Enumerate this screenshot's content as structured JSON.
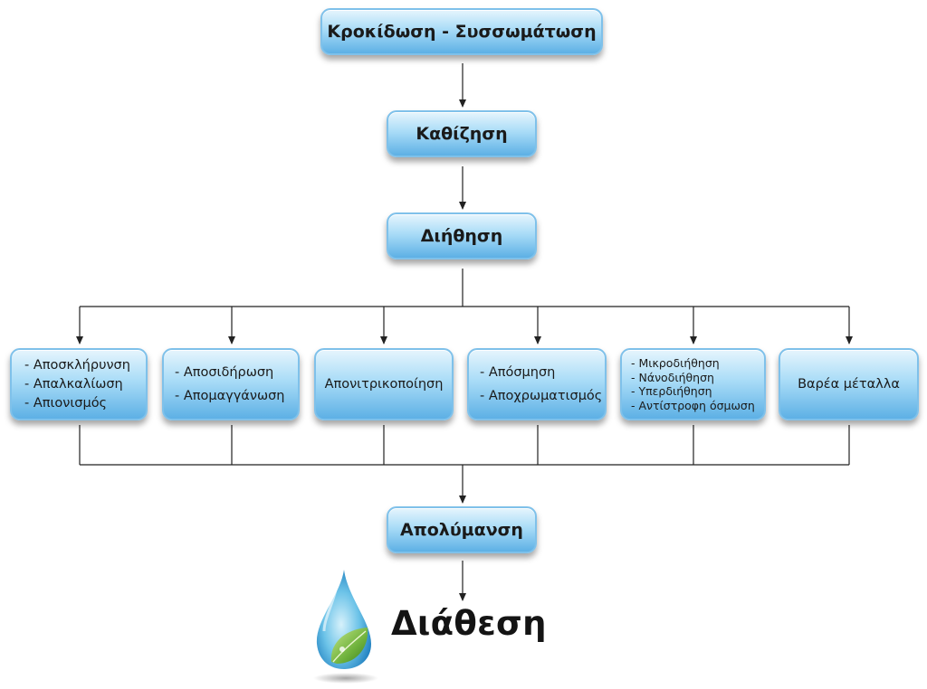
{
  "top": {
    "flocculation": "Κροκίδωση - Συσσωμάτωση",
    "sedimentation": "Καθίζηση",
    "filtration": "Διήθηση"
  },
  "treatments": [
    {
      "lines": [
        "- Αποσκλήρυνση",
        "- Απαλκαλίωση",
        "- Απιονισμός"
      ]
    },
    {
      "lines": [
        "- Αποσιδήρωση",
        "- Απομαγγάνωση"
      ]
    },
    {
      "lines": [
        "Απονιτρικοποίηση"
      ]
    },
    {
      "lines": [
        "- Απόσμηση",
        "- Αποχρωματισμός"
      ]
    },
    {
      "lines": [
        "- Μικροδιήθηση",
        "- Νάνοδιήθηση",
        "- Υπερδιήθηση",
        "- Αντίστροφη όσμωση"
      ]
    },
    {
      "lines": [
        "Βαρέα μέταλλα"
      ]
    }
  ],
  "disinfection": "Απολύμανση",
  "disposal": "Διάθεση",
  "colors": {
    "box_top": "#e6f5fd",
    "box_bottom": "#5db0e5",
    "box_border": "#7fc1ea",
    "line": "#222222"
  },
  "icons": {
    "logo": "water-drop-leaf-icon"
  }
}
